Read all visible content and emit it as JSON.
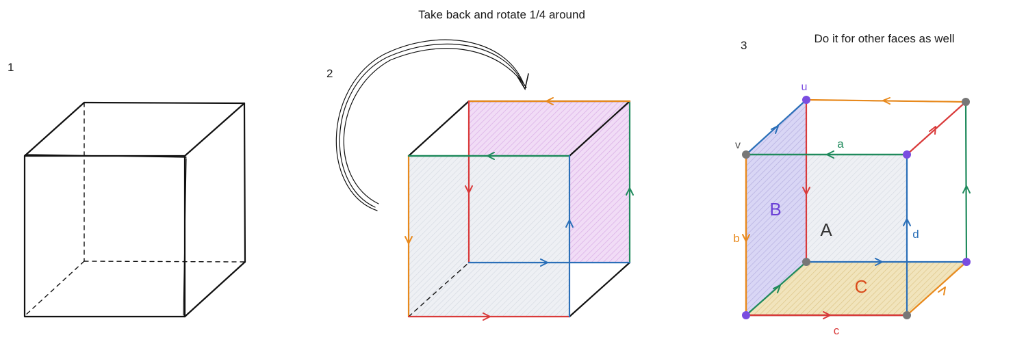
{
  "colors": {
    "ink": "#111111",
    "red": "#d93a3a",
    "orange": "#e8891c",
    "green": "#1f8a5c",
    "blue": "#2a6fb8",
    "purple": "#7a4de0",
    "gray_vertex": "#777777",
    "face_pink": "#e9c8f2",
    "face_gray": "#dfe3ea",
    "face_lavender": "#c9c6f0",
    "face_tan": "#ecd9a6"
  },
  "step1": {
    "number": "1"
  },
  "step2": {
    "number": "2",
    "caption": "Take back and rotate 1/4 around"
  },
  "step3": {
    "number": "3",
    "caption": "Do it for other faces as well",
    "vertex_labels": {
      "u": "u",
      "v": "v"
    },
    "edge_labels": {
      "a": "a",
      "b": "b",
      "c": "c",
      "d": "d"
    },
    "face_labels": {
      "A": "A",
      "B": "B",
      "C": "C"
    }
  }
}
